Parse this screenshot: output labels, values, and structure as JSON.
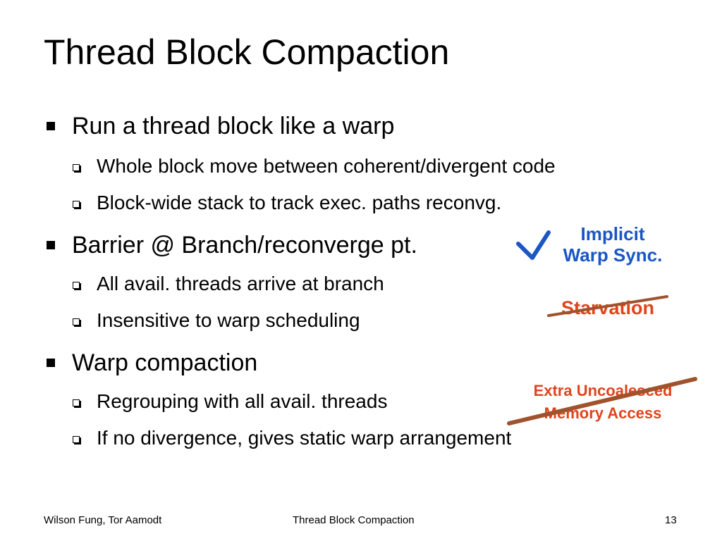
{
  "slide": {
    "title": "Thread Block Compaction",
    "bullets": [
      {
        "level": 1,
        "text": "Run a thread block like a warp"
      },
      {
        "level": 2,
        "text": "Whole block move between coherent/divergent code"
      },
      {
        "level": 2,
        "text": "Block-wide stack to track exec. paths reconvg."
      },
      {
        "level": 1,
        "text": "Barrier @ Branch/reconverge pt."
      },
      {
        "level": 2,
        "text": "All avail. threads arrive at branch"
      },
      {
        "level": 2,
        "text": "Insensitive to warp scheduling"
      },
      {
        "level": 1,
        "text": "Warp compaction"
      },
      {
        "level": 2,
        "text": "Regrouping with all avail. threads"
      },
      {
        "level": 2,
        "text": "If no divergence, gives static warp arrangement"
      }
    ],
    "callouts": {
      "implicit_line1": "Implicit",
      "implicit_line2": "Warp Sync.",
      "starvation": "Starvation",
      "uncoalesced_line1": "Extra Uncoalesced",
      "uncoalesced_line2": "Memory Access"
    },
    "icons": {
      "check": "checkmark-icon",
      "strike": "strikethrough-line"
    },
    "colors": {
      "implicit_text": "#1a56c4",
      "checkmark": "#1a56c4",
      "crossed_text": "#e0441c",
      "strike_line": "#a0522d"
    },
    "footer": {
      "authors": "Wilson Fung, Tor Aamodt",
      "title": "Thread Block Compaction",
      "page": "13"
    }
  }
}
